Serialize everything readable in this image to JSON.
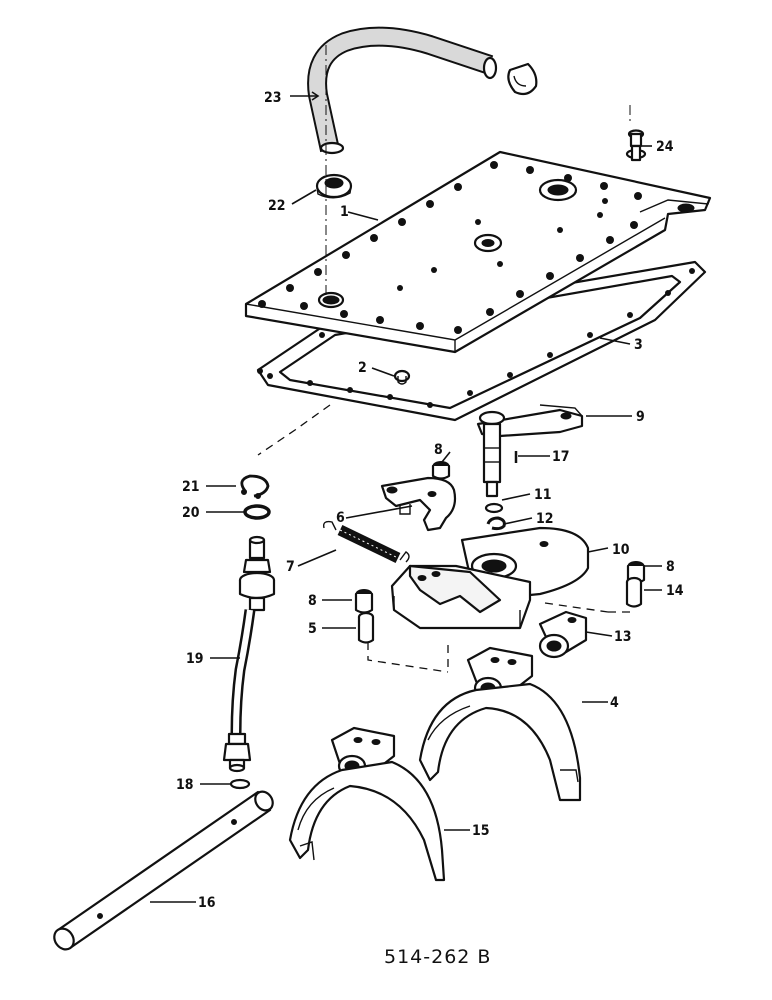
{
  "figure_ref": "514-262 B",
  "callouts": {
    "c1": "1",
    "c2": "2",
    "c3": "3",
    "c4": "4",
    "c5": "5",
    "c6": "6",
    "c7": "7",
    "c8a": "8",
    "c8b": "8",
    "c8c": "8",
    "c9": "9",
    "c10": "10",
    "c11": "11",
    "c12": "12",
    "c13": "13",
    "c14": "14",
    "c15": "15",
    "c16": "16",
    "c17": "17",
    "c18": "18",
    "c19": "19",
    "c20": "20",
    "c21": "21",
    "c22": "22",
    "c23": "23",
    "c24": "24"
  }
}
